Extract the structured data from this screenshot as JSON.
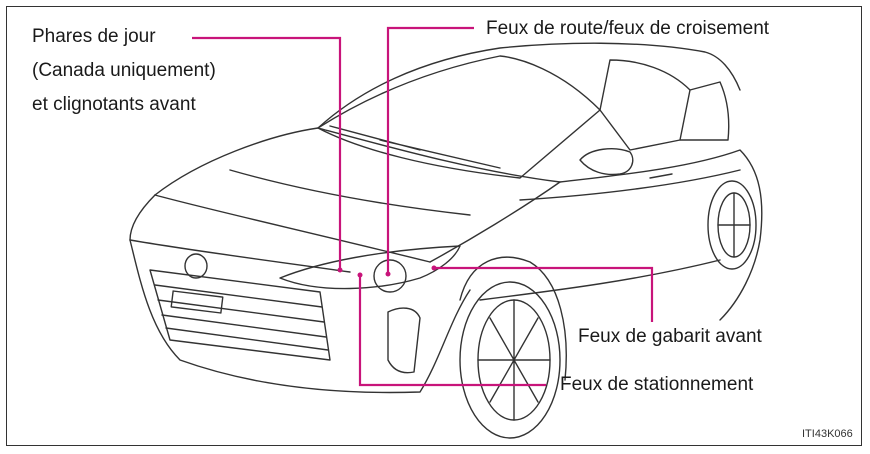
{
  "labels": {
    "drl_line1": "Phares de jour",
    "drl_line2": "(Canada uniquement)",
    "drl_line3": "et clignotants avant",
    "headlights": "Feux de route/feux de croisement",
    "clearance": "Feux de gabarit avant",
    "parking": "Feux de stationnement"
  },
  "figure_code": "ITI43K066",
  "colors": {
    "leader_line": "#c8147a",
    "outline": "#333333",
    "background": "#ffffff"
  }
}
